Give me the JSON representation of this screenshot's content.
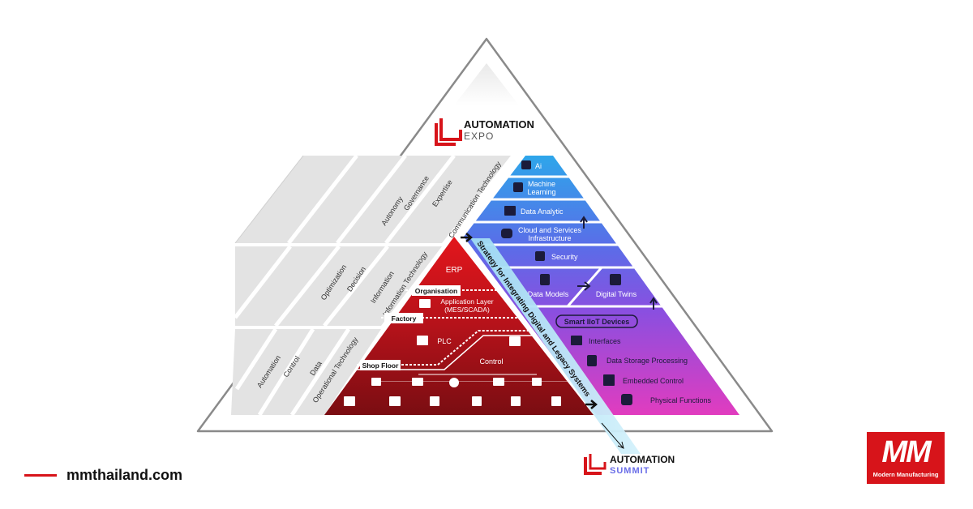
{
  "colors": {
    "brand_red": "#d7141a",
    "dark_red": "#8a0f12",
    "grey_band": "#e6e6e6",
    "blue_top": "#3a8fe8",
    "purple_mid": "#7a4fe0",
    "magenta_bottom": "#d43ac2"
  },
  "expo_logo": {
    "line1": "AUTOMATION",
    "line2": "EXPO"
  },
  "summit_logo": {
    "line1": "AUTOMATION",
    "line2": "SUMMIT"
  },
  "grey_columns": {
    "top": [
      "Autonomy",
      "Governance",
      "Expertise",
      "Communication Technology"
    ],
    "middle": [
      "Optimization",
      "Decision",
      "Information",
      "Information Technology"
    ],
    "bottom": [
      "Automation",
      "Control",
      "Data",
      "Operational Technology"
    ]
  },
  "red_pyramid": {
    "erp": "ERP",
    "organisation": "Organisation",
    "app_layer_1": "Application Layer",
    "app_layer_2": "(MES/SCADA)",
    "factory": "Factory",
    "plc": "PLC",
    "shop_floor": "Shop Floor",
    "control": "Control"
  },
  "strategy_label": "Strategy for Integrating Digital and Legacy Systems",
  "right_layers": {
    "ai": "Ai",
    "ml_1": "Machine",
    "ml_2": "Learning",
    "data_analytic": "Data Analytic",
    "cloud_1": "Cloud and Services",
    "cloud_2": "Infrastructure",
    "security": "Security",
    "data_models": "Data Models",
    "digital_twins": "Digital Twins",
    "smart_iiot": "Smart IIoT Devices",
    "interfaces": "Interfaces",
    "data_storage": "Data Storage Processing",
    "embedded_control": "Embedded Control",
    "physical_functions": "Physical Functions"
  },
  "footer": {
    "website": "mmthailand.com",
    "mm_logo": "MM",
    "mm_tagline": "Modern Manufacturing"
  }
}
